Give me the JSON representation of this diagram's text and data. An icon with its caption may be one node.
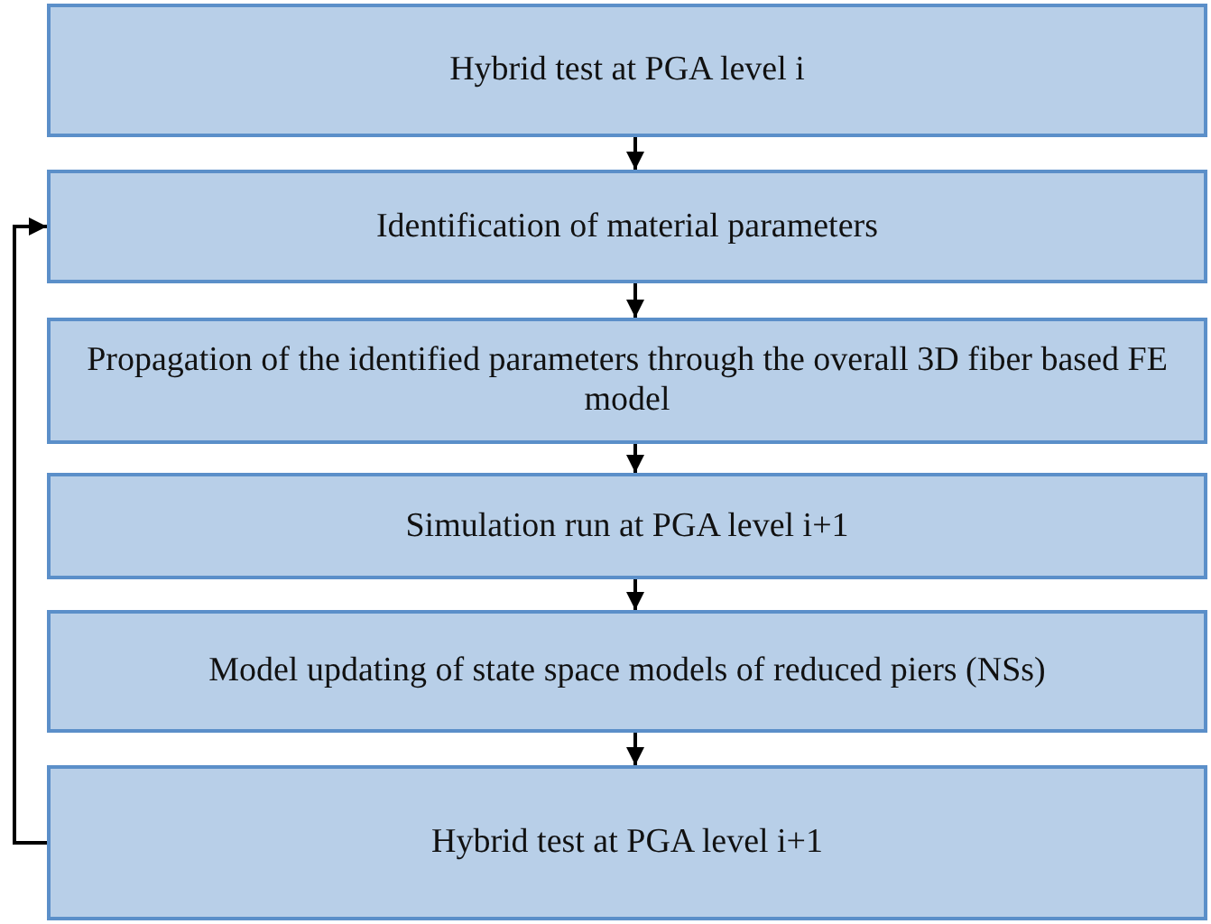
{
  "diagram": {
    "nodes": [
      {
        "text": [
          "Hybrid test at PGA level i"
        ]
      },
      {
        "text": [
          "Identification of material parameters"
        ]
      },
      {
        "text": [
          "Propagation of the identified parameters through the overall 3D fiber based FE model"
        ]
      },
      {
        "text": [
          "Simulation run at PGA level i+1"
        ]
      },
      {
        "text": [
          "Model updating of state space models of reduced piers (NSs)"
        ]
      },
      {
        "text": [
          "Hybrid test at PGA level i+1"
        ]
      }
    ],
    "edges": [
      {
        "from": 0,
        "to": 1,
        "arrow": "to"
      },
      {
        "from": 1,
        "to": 2,
        "arrow": "to"
      },
      {
        "from": 2,
        "to": 3,
        "arrow": "to"
      },
      {
        "from": 3,
        "to": 4,
        "arrow": "to"
      },
      {
        "from": 4,
        "to": 5,
        "arrow": "to"
      },
      {
        "from": 5,
        "to": 1,
        "arrow": "to"
      }
    ]
  }
}
